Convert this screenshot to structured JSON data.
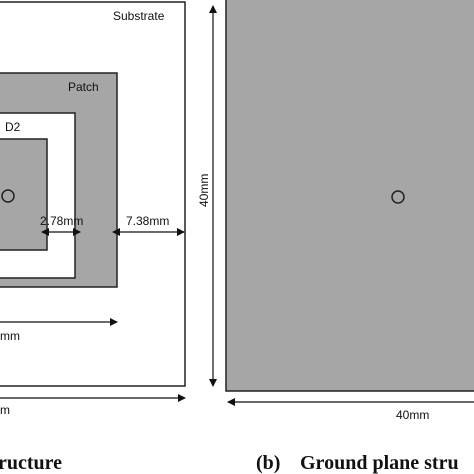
{
  "left_figure": {
    "substrate_label": "Substrate",
    "patch_label": "Patch",
    "d2_label": "D2",
    "dim_inner_gap": "2.78mm",
    "dim_outer_gap": "7.38mm",
    "dim_patch_width_fragment": "mm",
    "dim_substrate_width_fragment": "m",
    "caption_fragment": "ructure"
  },
  "right_figure": {
    "height_label": "40mm",
    "width_label": "40mm",
    "caption_prefix": "(b)",
    "caption_text": "Ground plane stru"
  },
  "colors": {
    "patch_fill": "#a6a6a6",
    "ground_fill": "#a6a6a6",
    "stroke": "#222222"
  }
}
